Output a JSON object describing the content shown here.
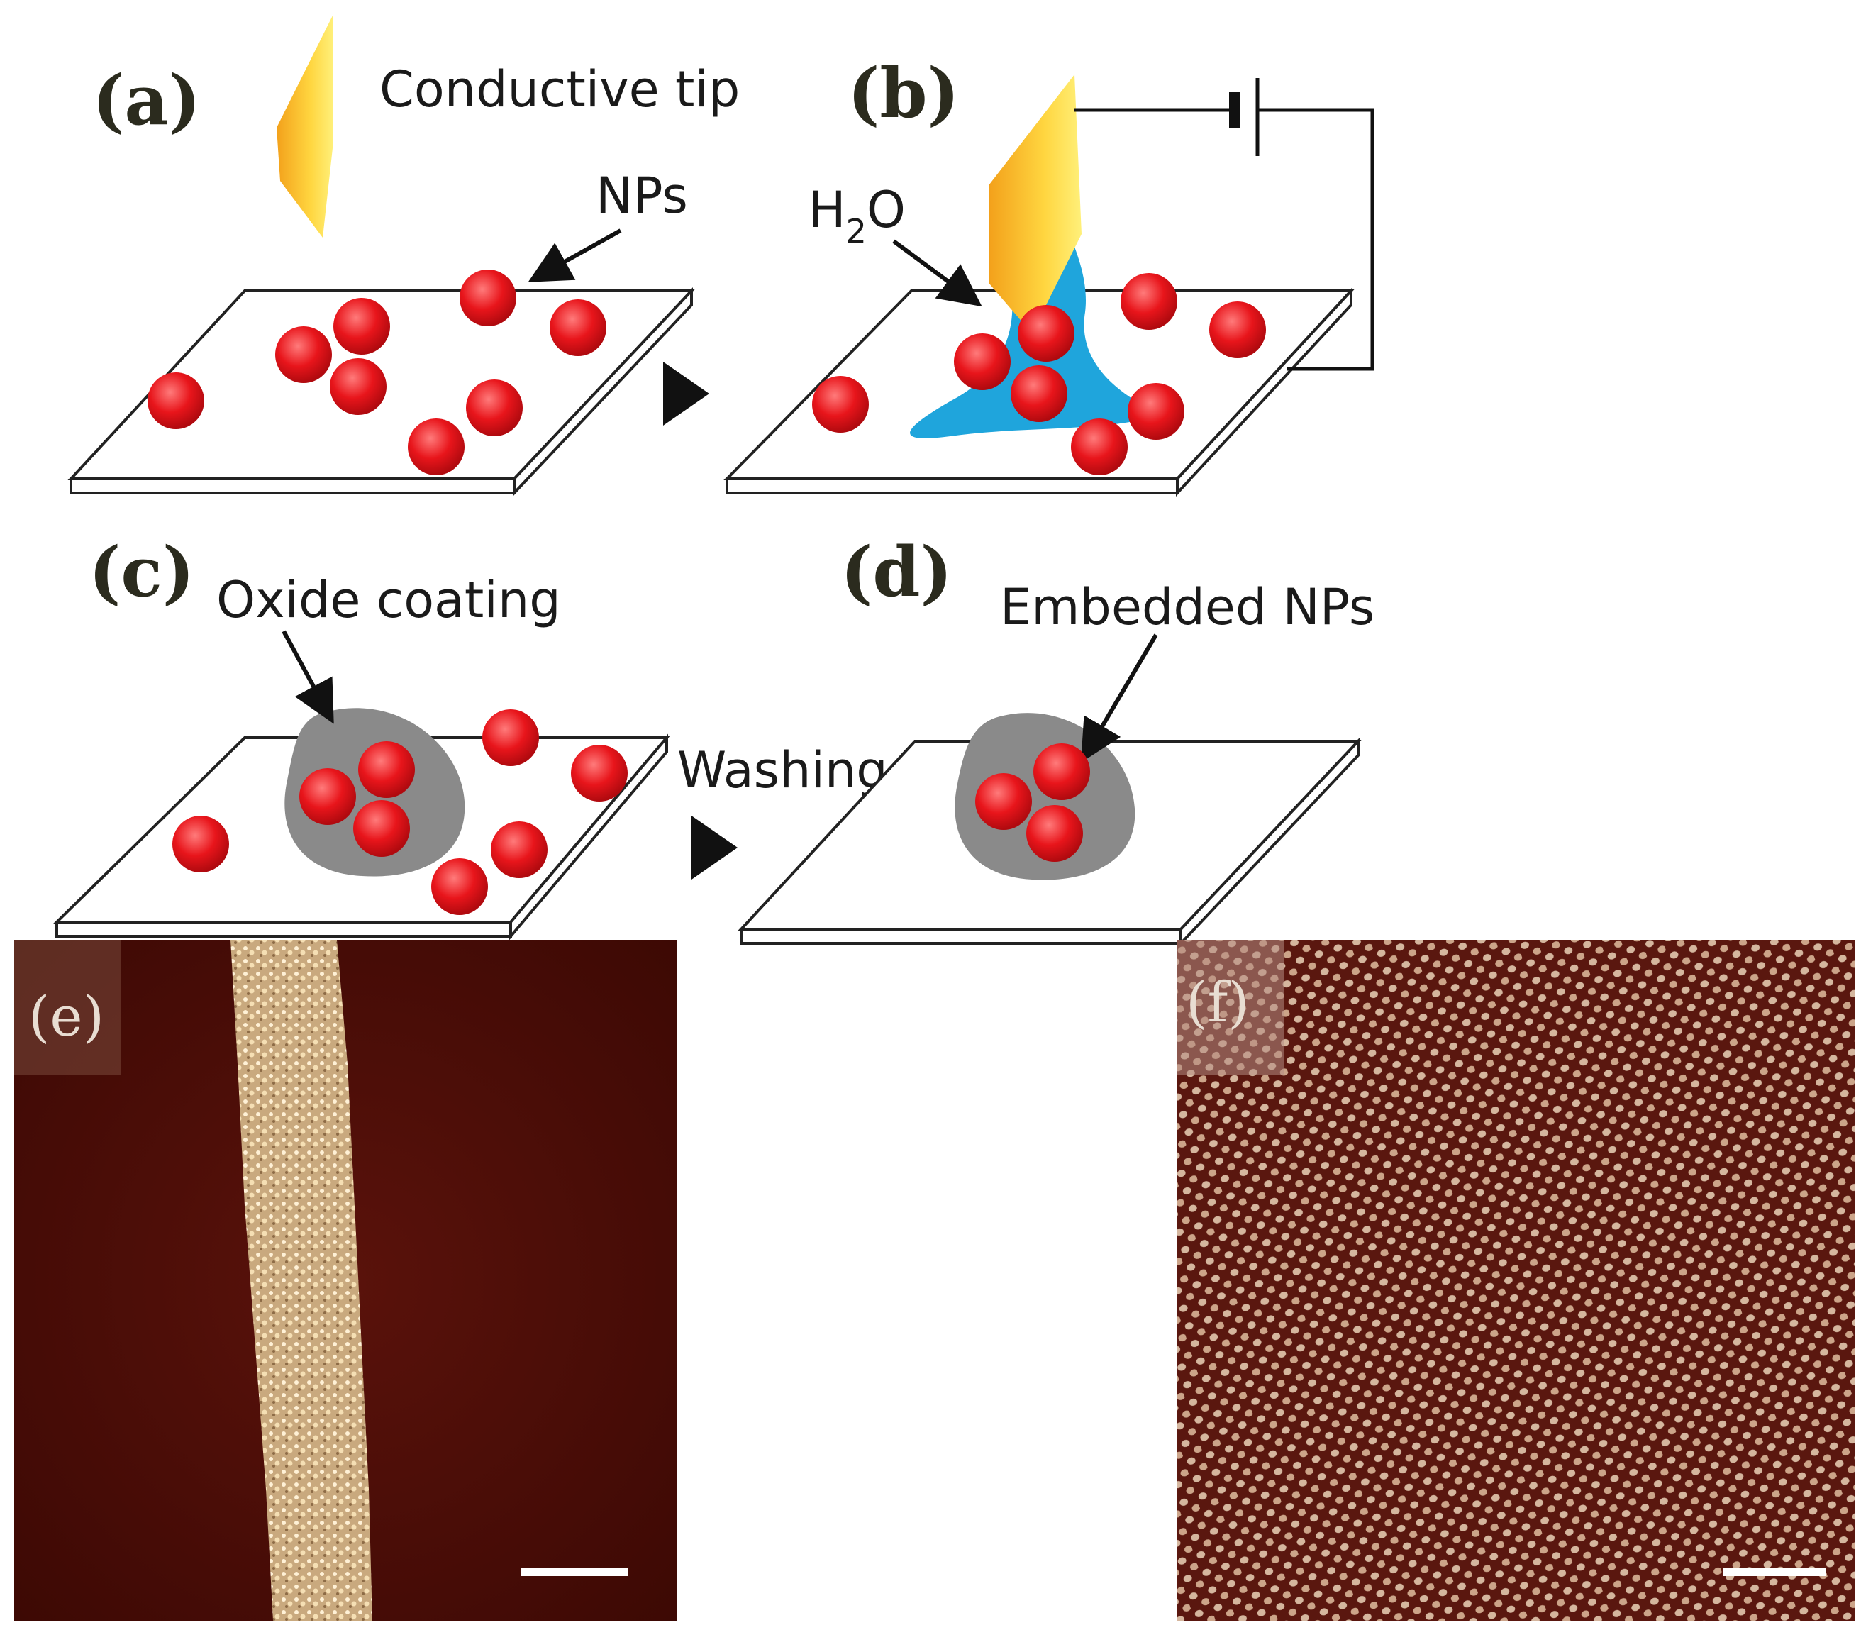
{
  "figure": {
    "panels": {
      "a": {
        "label": "(a)",
        "tip_label": "Conductive tip",
        "nps_label": "NPs"
      },
      "b": {
        "label": "(b)",
        "water_label_main": "H",
        "water_label_sub": "2",
        "water_label_end": "O"
      },
      "c": {
        "label": "(c)",
        "coating_label": "Oxide coating",
        "step_label": "Washing"
      },
      "d": {
        "label": "(d)",
        "embedded_label": "Embedded NPs"
      },
      "e": {
        "label": "(e)"
      },
      "f": {
        "label": "(f)"
      }
    },
    "colors": {
      "nanoparticle": "#e8151b",
      "nanoparticle_highlight": "#ff6a6a",
      "tip_gradient_start": "#f6a21a",
      "tip_gradient_end": "#ffe45a",
      "water": "#1fa5dc",
      "oxide": "#8a8a8a",
      "afm_background": "#4a0d08",
      "afm_feature": "#f0d9b0"
    },
    "icons": [
      "arrow-right-triangle-icon",
      "battery-icon",
      "pointer-arrow-icon"
    ]
  }
}
